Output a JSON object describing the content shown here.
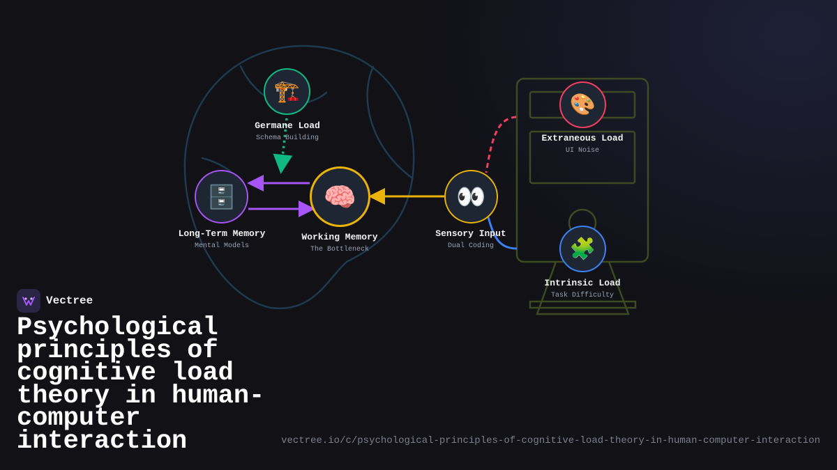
{
  "brand": {
    "name": "Vectree",
    "logo_icon": "vectree-logo-icon"
  },
  "title": "Psychological principles of cognitive load theory in human-computer interaction",
  "url": "vectree.io/c/psychological-principles-of-cognitive-load-theory-in-human-computer-interaction",
  "colors": {
    "background": "#111116",
    "germane": "#10b981",
    "long_term": "#a855f7",
    "working": "#eab308",
    "sensory": "#eab308",
    "extraneous": "#f43f5e",
    "intrinsic": "#3b82f6",
    "head_outline": "#1e3a4f",
    "monitor_outline": "#3d4a22"
  },
  "nodes": {
    "germane": {
      "title": "Germane Load",
      "subtitle": "Schema Building",
      "icon": "🏗️",
      "icon_name": "crane-icon"
    },
    "long_term": {
      "title": "Long-Term Memory",
      "subtitle": "Mental Models",
      "icon": "🗄️",
      "icon_name": "file-cabinet-icon"
    },
    "working": {
      "title": "Working Memory",
      "subtitle": "The Bottleneck",
      "icon": "🧠",
      "icon_name": "brain-icon"
    },
    "sensory": {
      "title": "Sensory Input",
      "subtitle": "Dual Coding",
      "icon": "👀",
      "icon_name": "eyes-icon"
    },
    "extraneous": {
      "title": "Extraneous Load",
      "subtitle": "UI Noise",
      "icon": "🎨",
      "icon_name": "palette-icon"
    },
    "intrinsic": {
      "title": "Intrinsic Load",
      "subtitle": "Task Difficulty",
      "icon": "🧩",
      "icon_name": "puzzle-icon"
    }
  },
  "edges": [
    {
      "from": "germane",
      "to": "working",
      "style": "dotted"
    },
    {
      "from": "working",
      "to": "long_term",
      "style": "solid"
    },
    {
      "from": "long_term",
      "to": "working",
      "style": "solid"
    },
    {
      "from": "sensory",
      "to": "working",
      "style": "solid"
    },
    {
      "from": "extraneous",
      "to": "sensory",
      "style": "dashed"
    },
    {
      "from": "intrinsic",
      "to": "sensory",
      "style": "solid"
    }
  ]
}
